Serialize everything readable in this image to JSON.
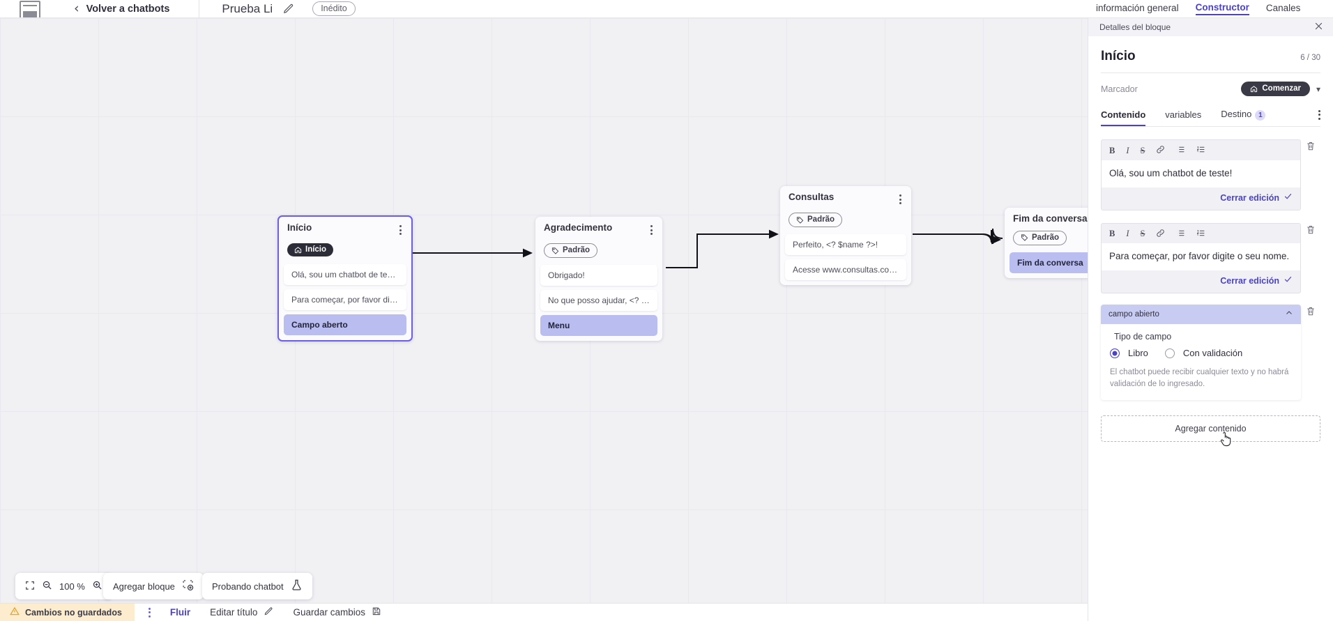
{
  "topbar": {
    "logo_name": "app-logo",
    "back_label": "Volver a chatbots",
    "chatbot_title": "Prueba Li",
    "unpublished_badge": "Inédito"
  },
  "right_tabs": [
    {
      "label": "información general",
      "active": false
    },
    {
      "label": "Constructor",
      "active": true
    },
    {
      "label": "Canales",
      "active": false
    }
  ],
  "canvas": {
    "blocks": [
      {
        "title": "Início",
        "tag": "Início",
        "tag_type": "start",
        "rows": [
          {
            "text": "Olá, sou um chatbot de teste!",
            "accent": false
          },
          {
            "text": "Para começar, por favor digite o ...",
            "accent": false
          },
          {
            "text": "Campo aberto",
            "accent": true
          }
        ]
      },
      {
        "title": "Agradecimento",
        "tag": "Padrão",
        "tag_type": "default",
        "rows": [
          {
            "text": "Obrigado!",
            "accent": false
          },
          {
            "text": "No que posso ajudar, <? $name ...",
            "accent": false
          },
          {
            "text": "Menu",
            "accent": true
          }
        ]
      },
      {
        "title": "Consultas",
        "tag": "Padrão",
        "tag_type": "default",
        "rows": [
          {
            "text": "Perfeito, <? $name ?>!",
            "accent": false
          },
          {
            "text": "Acesse www.consultas.com par...",
            "accent": false
          }
        ]
      },
      {
        "title": "Fim da conversa",
        "tag": "Padrão",
        "tag_type": "default",
        "rows": [
          {
            "text": "Fim da conversa",
            "accent": true
          }
        ]
      }
    ]
  },
  "floating_toolbar": {
    "zoom_level": "100 %",
    "add_block_label": "Agregar bloque",
    "test_chatbot_label": "Probando chatbot"
  },
  "statusbar": {
    "unsaved_label": "Cambios no guardados",
    "flow_label": "Fluir",
    "edit_title_label": "Editar título",
    "save_label": "Guardar cambios"
  },
  "panel": {
    "header_label": "Detalles del bloque",
    "title": "Início",
    "count": "6 / 30",
    "marker_label": "Marcador",
    "start_pill": "Comenzar",
    "tabs": [
      {
        "label": "Contenido",
        "active": true,
        "badge": ""
      },
      {
        "label": "variables",
        "active": false,
        "badge": ""
      },
      {
        "label": "Destino",
        "active": false,
        "badge": "1"
      }
    ],
    "toolbar_icons": [
      "B",
      "I",
      "S",
      "link",
      "bullet-list",
      "numbered-list"
    ],
    "editors": [
      {
        "text": "Olá, sou um chatbot de teste!",
        "close_label": "Cerrar edición"
      },
      {
        "text": "Para começar, por favor digite o seu nome.",
        "close_label": "Cerrar edición"
      }
    ],
    "field_card": {
      "header": "campo abierto",
      "type_label": "Tipo de campo",
      "options": [
        {
          "label": "Libro",
          "selected": true
        },
        {
          "label": "Con validación",
          "selected": false
        }
      ],
      "help": "El chatbot puede recibir cualquier texto y no habrá validación de lo ingresado."
    },
    "add_content_label": "Agregar contenido"
  },
  "colors": {
    "accent_purple": "#4b43c4",
    "block_accent": "#b9bdf0",
    "warning_bg": "#fdeccd",
    "canvas_bg": "#f1f1f4"
  }
}
